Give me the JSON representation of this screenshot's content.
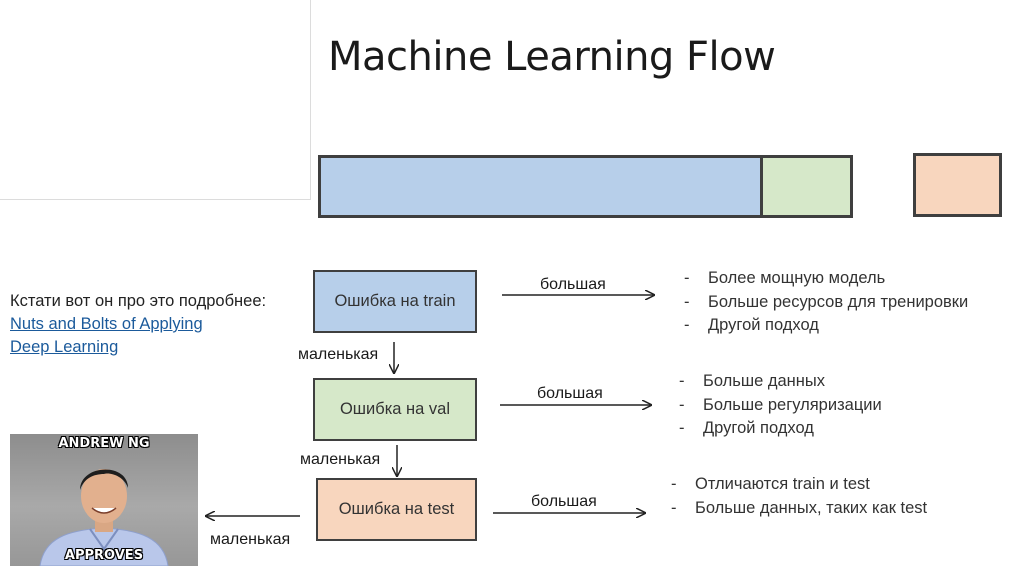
{
  "title": "Machine Learning Flow",
  "colors": {
    "train": "#b7cfea",
    "val": "#d6e8c9",
    "test": "#f8d6be",
    "outline": "#3f3f3f",
    "link": "#1b5a9b"
  },
  "side_note": {
    "text": "Кстати вот он про это подробнее:",
    "link_line1": "Nuts and Bolts of Applying",
    "link_line2": "Deep Learning"
  },
  "nodes": {
    "train": "Ошибка на train",
    "val": "Ошибка на val",
    "test": "Ошибка на test"
  },
  "edge_labels": {
    "big_train": "большая",
    "big_val": "большая",
    "big_test": "большая",
    "small_train": "маленькая",
    "small_val": "маленькая",
    "small_test": "маленькая"
  },
  "bullets": {
    "train": [
      "Более мощную модель",
      "Больше ресурсов для тренировки",
      "Другой подход"
    ],
    "val": [
      "Больше данных",
      "Больше регуляризации",
      "Другой подход"
    ],
    "test": [
      "Отличаются train и test",
      "Больше данных, таких как test"
    ]
  },
  "bullet_marker": "-",
  "photo": {
    "caption_top": "ANDREW NG",
    "caption_bottom": "APPROVES",
    "icon": "person-portrait"
  }
}
